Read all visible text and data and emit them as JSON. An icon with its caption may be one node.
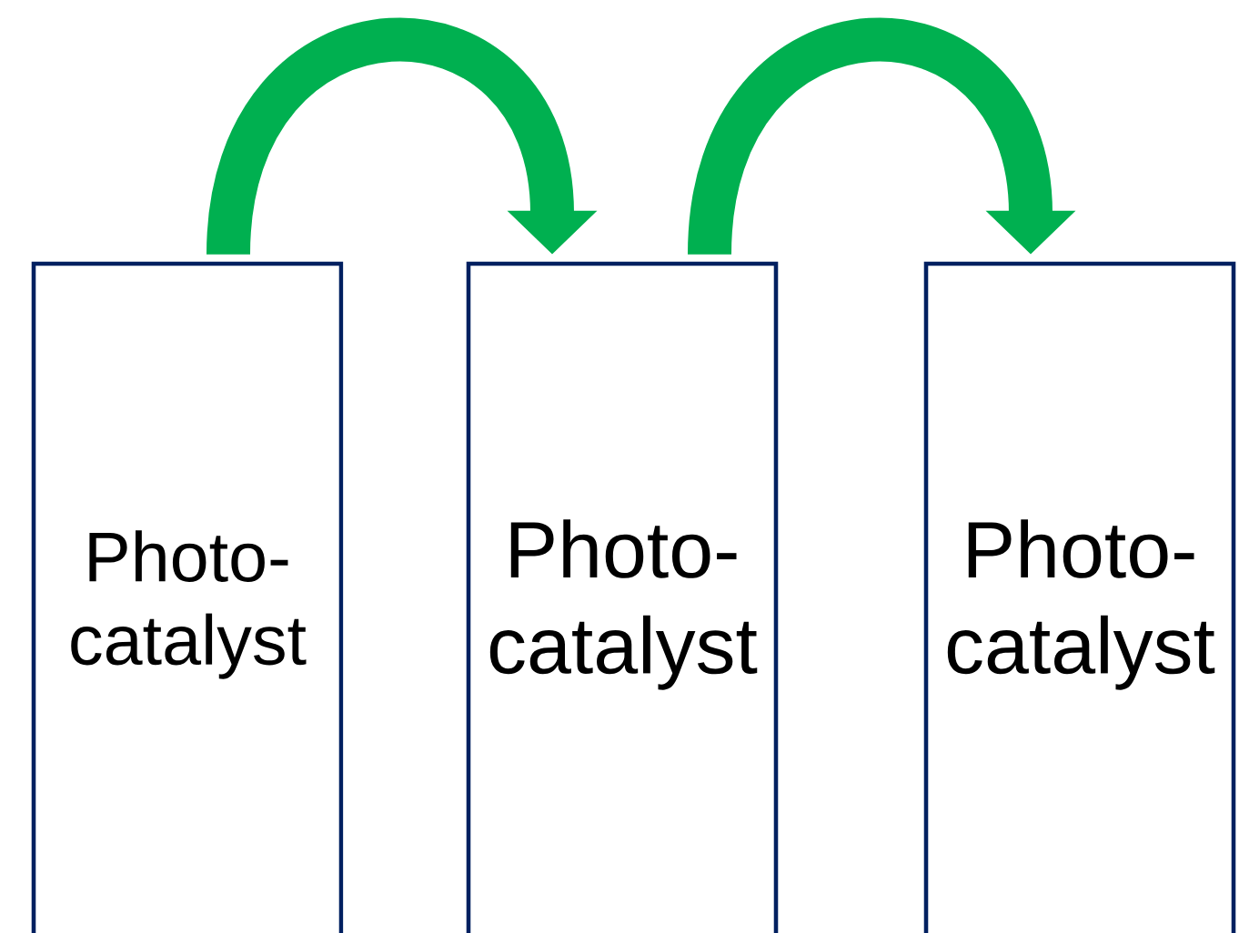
{
  "diagram": {
    "nodes": [
      {
        "text": [
          "Photo- catalyst"
        ]
      },
      {
        "text": [
          "Photo- catalyst"
        ]
      },
      {
        "text": [
          "Photo- catalyst"
        ]
      }
    ],
    "edges": [
      {
        "from": 0,
        "to": 1,
        "arrow": "to"
      },
      {
        "from": 1,
        "to": 2,
        "arrow": "to"
      }
    ]
  }
}
